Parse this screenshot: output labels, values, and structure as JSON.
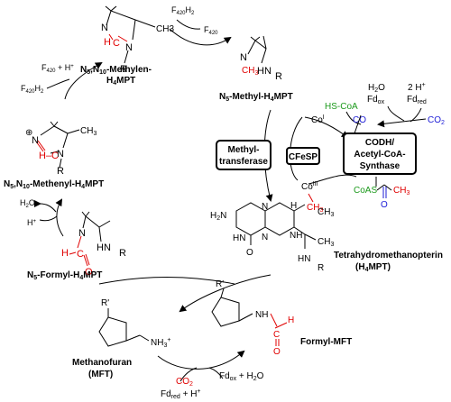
{
  "colors": {
    "red": "#e00000",
    "blue": "#1b1bd6",
    "green": "#1c9a1c"
  },
  "compounds": {
    "methylene_l1": "N",
    "methylene_l2": "-Methylen-",
    "methylene_l3": "H",
    "methylene_l4": "MPT",
    "methyl_name": "N",
    "methyl_name_b": "-Methyl-H",
    "methyl_name_c": "MPT",
    "methenyl_name": "N",
    "methenyl_name_b": "-Methenyl-H",
    "methenyl_name_c": "MPT",
    "formyl_name": "N",
    "formyl_name_b": "-Formyl-H",
    "formyl_name_c": "MPT",
    "thmpt_l1": "Tetrahydromethanopterin",
    "thmpt_l2": "(H",
    "thmpt_l2b": "MPT)",
    "mft_l1": "Methanofuran",
    "mft_l2": "(MFT)",
    "formylmft": "Formyl-MFT",
    "sub5": "5",
    "sub10": "10",
    "sub4": "4"
  },
  "cofactors": {
    "f420h2_top": "F420H2",
    "f420_top": "F420",
    "f420_h_left": "F420 + H",
    "f420h2_left": "F420H2",
    "h2o_left": "H2O",
    "h_plus": "H",
    "h2o_right": "H2O",
    "fdox": "Fdox",
    "two_h": "2 H",
    "fdred": "Fdred",
    "co2_right": "CO2",
    "co2_bottom": "CO2",
    "fdred_bottom": "Fdred + H",
    "fdox_bottom": "Fdox + H2O",
    "plus": "+"
  },
  "enzymes": {
    "methyltransferase_l1": "Methyl-",
    "methyltransferase_l2": "transferase",
    "cfesp": "CFeSP",
    "codh_l1": "CODH/",
    "codh_l2": "Acetyl-CoA-",
    "codh_l3": "Synthase"
  },
  "labels": {
    "hs_coa": "HS-CoA",
    "co": "CO",
    "co_i": "Co",
    "co_i_sup": "I",
    "co_iii": "Co",
    "co_iii_sup": "III",
    "ch3": "CH3",
    "coas": "CoAS",
    "o": "O",
    "n": "N",
    "h": "H",
    "r": "R",
    "c": "C",
    "nh3": "NH3",
    "rprime": "R'",
    "hn": "HN",
    "nh": "NH",
    "h2n": "H2N",
    "ch3plain": "CH3",
    "plus_charge": "⊕"
  }
}
